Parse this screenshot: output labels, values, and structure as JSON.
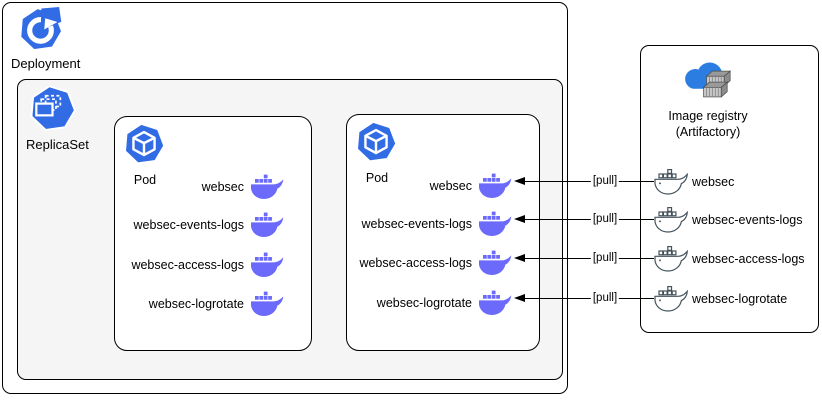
{
  "diagram": {
    "deployment": {
      "label": "Deployment"
    },
    "replicaset": {
      "label": "ReplicaSet"
    },
    "pods": [
      {
        "label": "Pod",
        "containers": [
          "websec",
          "websec-events-logs",
          "websec-access-logs",
          "websec-logrotate"
        ]
      },
      {
        "label": "Pod",
        "containers": [
          "websec",
          "websec-events-logs",
          "websec-access-logs",
          "websec-logrotate"
        ]
      }
    ],
    "registry": {
      "title_line1": "Image registry",
      "title_line2": "(Artifactory)",
      "images": [
        "websec",
        "websec-events-logs",
        "websec-access-logs",
        "websec-logrotate"
      ]
    },
    "arrows": [
      {
        "label": "[pull]"
      },
      {
        "label": "[pull]"
      },
      {
        "label": "[pull]"
      },
      {
        "label": "[pull]"
      }
    ],
    "icons": {
      "deployment": "kubernetes-deployment-icon",
      "replicaset": "kubernetes-replicaset-icon",
      "pod": "kubernetes-pod-icon",
      "container": "docker-whale-icon",
      "registry": "cloud-containers-icon"
    },
    "colors": {
      "kubernetes_blue": "#326ce5",
      "docker_purple": "#6b6afa",
      "registry_whale_outline": "#44535c",
      "replicaset_background": "#f5f5f5",
      "cloud_blue": "#2b7de1"
    }
  }
}
